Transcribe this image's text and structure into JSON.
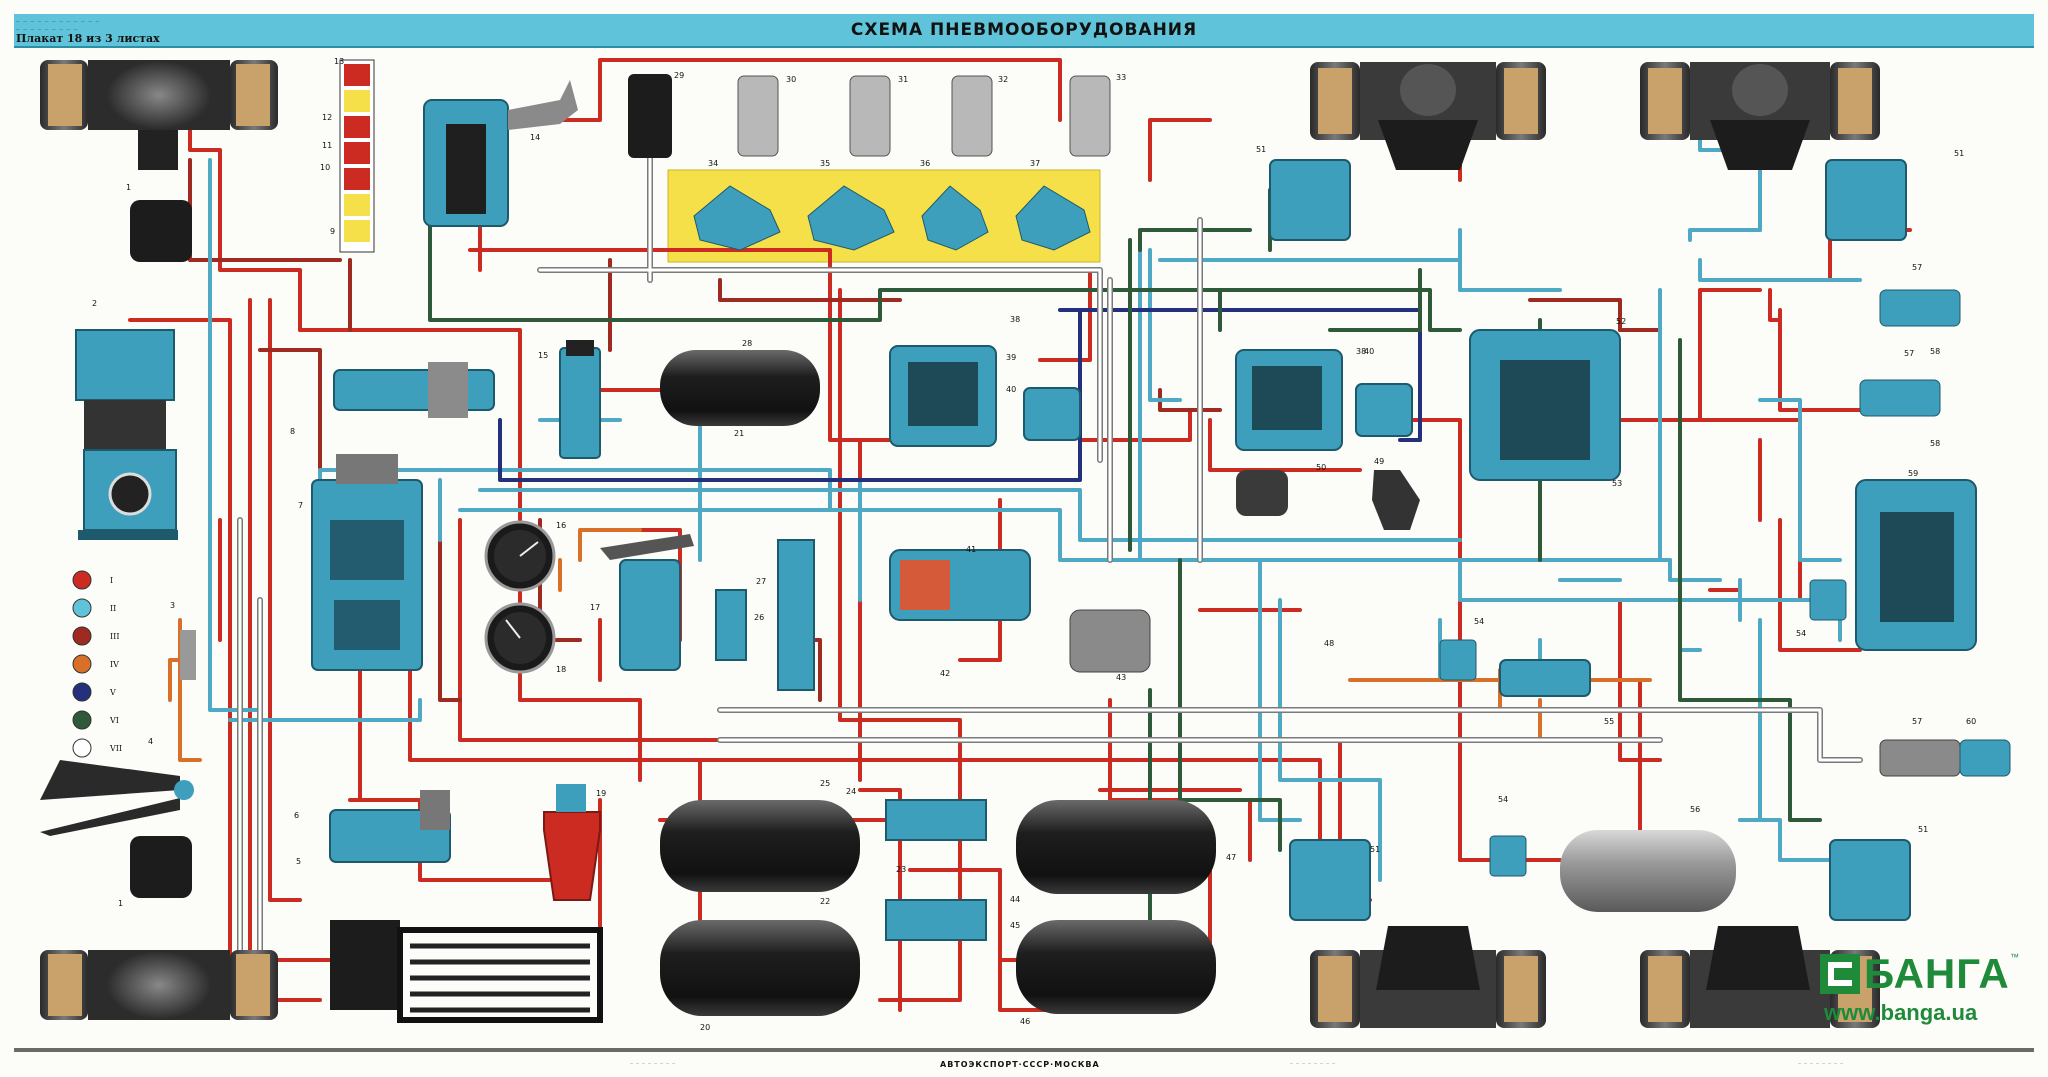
{
  "header": {
    "title": "СХЕМА ПНЕВМООБОРУДОВАНИЯ",
    "plakat": "Плакат 18 из 3 листах"
  },
  "footer": {
    "publisher": "АВТОЭКСПОРТ·СССР·МОСКВА"
  },
  "brand": {
    "name": "БАНГА",
    "url": "www.banga.ua",
    "color": "#1f8a3a"
  },
  "legend": [
    {
      "num": "I",
      "color": "#d9352b"
    },
    {
      "num": "II",
      "color": "#5fc3d9"
    },
    {
      "num": "III",
      "color": "#b5302a"
    },
    {
      "num": "IV",
      "color": "#e0782a"
    },
    {
      "num": "V",
      "color": "#2a3a8c"
    },
    {
      "num": "VI",
      "color": "#2e5a3a"
    },
    {
      "num": "VII",
      "color": "#ffffff"
    }
  ],
  "colors": {
    "red": "#cc2b22",
    "blue": "#4fa8c4",
    "darkred": "#9e2a22",
    "orange": "#d9702a",
    "navy": "#24307c",
    "green": "#2e5a3a",
    "white": "#ffffff",
    "yellow_panel": "#f6e04a",
    "tank": "#2c2c2c"
  },
  "tanks": [
    {
      "num": "28"
    },
    {
      "num": "24"
    },
    {
      "num": "20"
    },
    {
      "num": "44"
    },
    {
      "num": "45"
    },
    {
      "num": "56"
    }
  ],
  "gauges": [
    {
      "num": "16"
    },
    {
      "num": "18"
    }
  ],
  "valves_top": [
    {
      "num": "29"
    },
    {
      "num": "30"
    },
    {
      "num": "31"
    },
    {
      "num": "32"
    },
    {
      "num": "33"
    }
  ],
  "valves_yellow": [
    {
      "num": "34"
    },
    {
      "num": "35"
    },
    {
      "num": "36"
    },
    {
      "num": "37"
    }
  ],
  "numbers": {
    "n1a": "1",
    "n1b": "1",
    "n2": "2",
    "n3": "3",
    "n4": "4",
    "n5": "5",
    "n6": "6",
    "n7": "7",
    "n8": "8",
    "n9": "9",
    "n10": "10",
    "n11": "11",
    "n12": "12",
    "n13": "13",
    "n14": "14",
    "n15": "15",
    "n17": "17",
    "n19": "19",
    "n21": "21",
    "n22": "22",
    "n23": "23",
    "n25": "25",
    "n26": "26",
    "n27": "27",
    "n38a": "38",
    "n38b": "38",
    "n39": "39",
    "n40a": "40",
    "n40b": "40",
    "n41": "41",
    "n42": "42",
    "n43": "43",
    "n46": "46",
    "n47": "47",
    "n48": "48",
    "n49": "49",
    "n50": "50",
    "n51a": "51",
    "n51b": "51",
    "n51c": "51",
    "n51d": "51",
    "n52": "52",
    "n53": "53",
    "n54a": "54",
    "n54b": "54",
    "n54c": "54",
    "n55": "55",
    "n57a": "57",
    "n57b": "57",
    "n57c": "57",
    "n58a": "58",
    "n58b": "58",
    "n59": "59",
    "n60": "60"
  }
}
